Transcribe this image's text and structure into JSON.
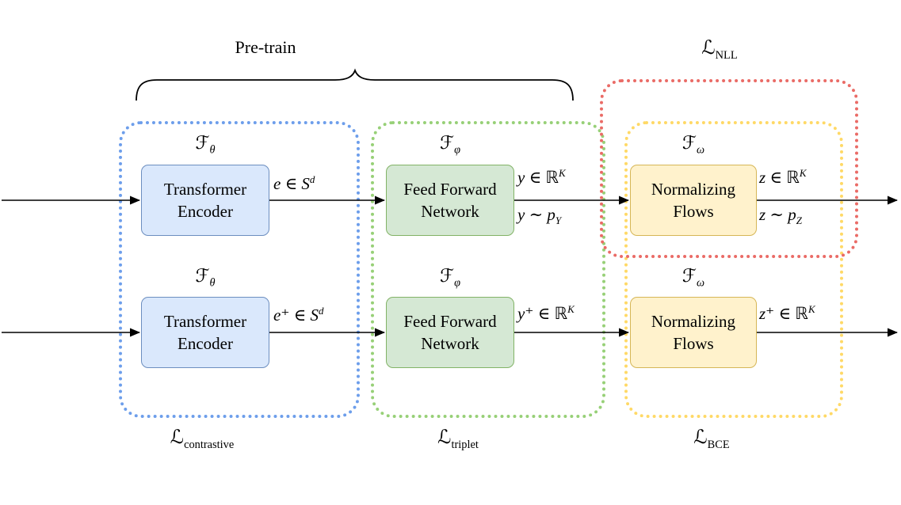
{
  "header": {
    "pretrain_label": "Pre-train"
  },
  "losses": {
    "nll": {
      "symbol": "ℒ",
      "sub": "NLL"
    },
    "contrastive": {
      "symbol": "ℒ",
      "sub": "contrastive"
    },
    "triplet": {
      "symbol": "ℒ",
      "sub": "triplet"
    },
    "bce": {
      "symbol": "ℒ",
      "sub": "BCE"
    }
  },
  "modules": {
    "encoder": {
      "name": "Transformer Encoder",
      "func_symbol": "ℱ",
      "func_sub": "θ"
    },
    "ffn": {
      "name": "Feed Forward Network",
      "func_symbol": "ℱ",
      "func_sub": "φ"
    },
    "flows": {
      "name": "Normalizing Flows",
      "func_symbol": "ℱ",
      "func_sub": "ω"
    }
  },
  "edge_labels": {
    "anchor": {
      "e": {
        "base": "e ∈ S",
        "sup": "d"
      },
      "y": {
        "base": "y ∈ ℝ",
        "sup": "K"
      },
      "y_dist": {
        "base": "y ∼ p",
        "sub": "Y"
      },
      "z": {
        "base": "z ∈ ℝ",
        "sup": "K"
      },
      "z_dist": {
        "base": "z ∼ p",
        "sub": "Z"
      }
    },
    "positive": {
      "e": {
        "base": "e⁺ ∈ S",
        "sup": "d"
      },
      "y": {
        "base": "y⁺ ∈ ℝ",
        "sup": "K"
      },
      "z": {
        "base": "z⁺ ∈ ℝ",
        "sup": "K"
      }
    }
  },
  "colors": {
    "box_blue_fill": "#dae8fc",
    "box_blue_stroke": "#6c8ebf",
    "box_green_fill": "#d5e8d4",
    "box_green_stroke": "#82b366",
    "box_yellow_fill": "#fff2cc",
    "box_yellow_stroke": "#d6b656",
    "region_contrastive": "#6d9eeb",
    "region_triplet": "#97d077",
    "region_bce": "#ffd966",
    "region_nll": "#ea6b66",
    "connector": "#000000"
  }
}
